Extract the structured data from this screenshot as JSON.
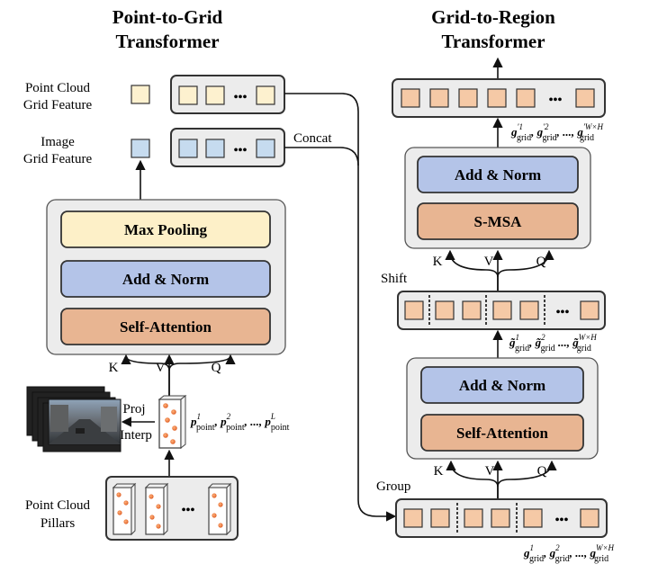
{
  "titles": {
    "left_line1": "Point-to-Grid",
    "left_line2": "Transformer",
    "right_line1": "Grid-to-Region",
    "right_line2": "Transformer"
  },
  "labels": {
    "pc_feature_line1": "Point Cloud",
    "pc_feature_line2": "Grid Feature",
    "img_feature_line1": "Image",
    "img_feature_line2": "Grid Feature",
    "concat": "Concat",
    "proj": "Proj",
    "interp": "Interp",
    "pillars_line1": "Point Cloud",
    "pillars_line2": "Pillars",
    "shift": "Shift",
    "group": "Group",
    "ellipsis": "•••"
  },
  "left_block": {
    "max_pooling": "Max Pooling",
    "add_norm": "Add & Norm",
    "self_attention": "Self-Attention",
    "k": "K",
    "v": "V",
    "q": "Q"
  },
  "right_upper_block": {
    "add_norm": "Add & Norm",
    "smsa": "S-MSA",
    "k": "K",
    "v": "V",
    "q": "Q"
  },
  "right_lower_block": {
    "add_norm": "Add & Norm",
    "self_attention": "Self-Attention",
    "k": "K",
    "v": "V",
    "q": "Q"
  },
  "math": {
    "point_seq": {
      "sym": "p",
      "sub": "point",
      "sups": [
        "1",
        "2",
        "L"
      ],
      "sep": ", ",
      "dots": "...,"
    },
    "grid_prime_seq": {
      "sym": "g",
      "sub": "grid",
      "sups": [
        "′1",
        "′2",
        "′W×H"
      ],
      "sep": ", ",
      "dots": "...,"
    },
    "grid_tilde_seq": {
      "sym": "g̃",
      "sub": "grid",
      "sups": [
        "1",
        "2",
        "W×H"
      ],
      "sep": ", ",
      "dots": "...,"
    },
    "grid_seq": {
      "sym": "g",
      "sub": "grid",
      "sups": [
        "1",
        "2",
        "W×H"
      ],
      "sep": ", ",
      "dots": "...,"
    }
  },
  "colors": {
    "pc_feature": "#fdf1cf",
    "img_feature": "#c6dbef",
    "grid_token": "#f5c9a6",
    "max_pooling": "#fdf0c8",
    "add_norm": "#b4c4e8",
    "attention": "#e8b592",
    "block_bg": "#ececec",
    "dot": "#e8763a"
  },
  "icons": {
    "camera_stack": "image-stack-icon",
    "pillar": "pillar-icon"
  }
}
